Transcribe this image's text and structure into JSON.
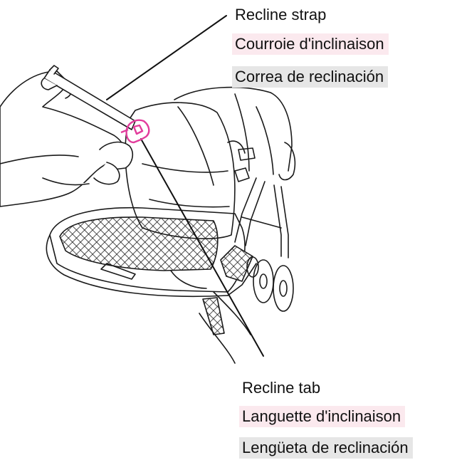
{
  "callouts": {
    "strap": {
      "en": "Recline strap",
      "fr": "Courroie d'inclinaison",
      "es": "Correa de reclinación"
    },
    "tab": {
      "en": "Recline tab",
      "fr": "Languette d'inclinaison",
      "es": "Lengüeta de reclinación"
    }
  },
  "colors": {
    "french_highlight": "#fbe9ee",
    "spanish_highlight": "#e6e6e6",
    "tab_accent": "#e23c9c"
  },
  "icons": [
    "stroller-illustration",
    "hands-illustration",
    "recline-tab-icon"
  ]
}
